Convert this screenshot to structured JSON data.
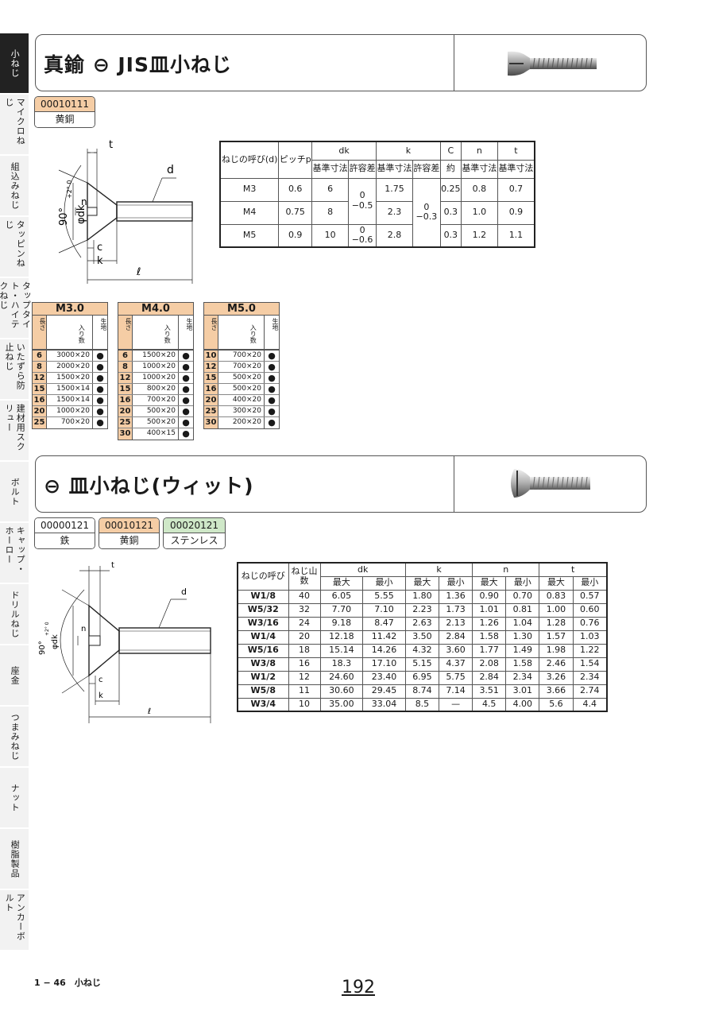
{
  "side_tabs": [
    {
      "label": "小ねじ",
      "active": true
    },
    {
      "label": "マイクロねじ",
      "active": false
    },
    {
      "label": "組込みねじ",
      "active": false
    },
    {
      "label": "タッピンねじ",
      "active": false
    },
    {
      "label": "タップタイト・ハイテクねじ",
      "active": false
    },
    {
      "label": "いたずら防止ねじ",
      "active": false
    },
    {
      "label": "建材用スクリュー",
      "active": false
    },
    {
      "label": "ボルト",
      "active": false
    },
    {
      "label": "キャップ・ホーロー",
      "active": false
    },
    {
      "label": "ドリルねじ",
      "active": false
    },
    {
      "label": "座金",
      "active": false
    },
    {
      "label": "つまみねじ",
      "active": false
    },
    {
      "label": "ナット",
      "active": false
    },
    {
      "label": "樹脂製品",
      "active": false
    },
    {
      "label": "アンカーボルト",
      "active": false
    }
  ],
  "section1": {
    "title": "真鍮 ⊖ JIS皿小ねじ",
    "codes": [
      {
        "code": "00010111",
        "material": "黄銅"
      }
    ],
    "diagram_labels": {
      "t": "t",
      "d": "d",
      "angle": "90°",
      "angle_tol": "+2° 0",
      "dk": "φdk",
      "n": "n",
      "c": "c",
      "k": "k",
      "l": "ℓ"
    },
    "spec": {
      "head1": [
        "ねじの呼び(d)",
        "ピッチp",
        "dk",
        "k",
        "C",
        "n",
        "t"
      ],
      "head2": [
        "基準寸法",
        "許容差",
        "基準寸法",
        "許容差",
        "約",
        "基準寸法",
        "基準寸法"
      ],
      "rows": [
        {
          "name": "M3",
          "p": "0.6",
          "dk": "6",
          "k": "1.75",
          "c": "0.25",
          "n": "0.8",
          "t": "0.7"
        },
        {
          "name": "M4",
          "p": "0.75",
          "dk": "8",
          "k": "2.3",
          "c": "0.3",
          "n": "1.0",
          "t": "0.9"
        },
        {
          "name": "M5",
          "p": "0.9",
          "dk": "10",
          "k": "2.8",
          "c": "0.3",
          "n": "1.2",
          "t": "1.1"
        }
      ],
      "dk_tol_a": "0\n−0.5",
      "dk_tol_b": "0\n−0.6",
      "k_tol": "0\n−0.3"
    },
    "size_tables": [
      {
        "title": "M3.0",
        "h_len": "長さ",
        "h_qty": "入り数",
        "h_stock": "生地",
        "rows": [
          {
            "l": "6",
            "q": "3000×20"
          },
          {
            "l": "8",
            "q": "2000×20"
          },
          {
            "l": "12",
            "q": "1500×20"
          },
          {
            "l": "15",
            "q": "1500×14"
          },
          {
            "l": "16",
            "q": "1500×14"
          },
          {
            "l": "20",
            "q": "1000×20"
          },
          {
            "l": "25",
            "q": "700×20"
          }
        ]
      },
      {
        "title": "M4.0",
        "h_len": "長さ",
        "h_qty": "入り数",
        "h_stock": "生地",
        "rows": [
          {
            "l": "6",
            "q": "1500×20"
          },
          {
            "l": "8",
            "q": "1000×20"
          },
          {
            "l": "12",
            "q": "1000×20"
          },
          {
            "l": "15",
            "q": "800×20"
          },
          {
            "l": "16",
            "q": "700×20"
          },
          {
            "l": "20",
            "q": "500×20"
          },
          {
            "l": "25",
            "q": "500×20"
          },
          {
            "l": "30",
            "q": "400×15"
          }
        ]
      },
      {
        "title": "M5.0",
        "h_len": "長さ",
        "h_qty": "入り数",
        "h_stock": "生地",
        "rows": [
          {
            "l": "10",
            "q": "700×20"
          },
          {
            "l": "12",
            "q": "700×20"
          },
          {
            "l": "15",
            "q": "500×20"
          },
          {
            "l": "16",
            "q": "500×20"
          },
          {
            "l": "20",
            "q": "400×20"
          },
          {
            "l": "25",
            "q": "300×20"
          },
          {
            "l": "30",
            "q": "200×20"
          }
        ]
      }
    ],
    "stock_mark": "●"
  },
  "section2": {
    "title": "⊖ 皿小ねじ(ウィット)",
    "codes": [
      {
        "code": "00000121",
        "material": "鉄"
      },
      {
        "code": "00010121",
        "material": "黄銅"
      },
      {
        "code": "00020121",
        "material": "ステンレス"
      }
    ],
    "diagram_labels": {
      "t": "t",
      "d": "d",
      "angle": "90°",
      "angle_tol": "+2° 0",
      "dk": "φdk",
      "n": "n",
      "c": "c",
      "k": "k",
      "l": "ℓ"
    },
    "spec": {
      "head1": [
        "ねじの呼び",
        "ねじ山数",
        "dk",
        "k",
        "n",
        "t"
      ],
      "head2": [
        "最大",
        "最小",
        "最大",
        "最小",
        "最大",
        "最小",
        "最大",
        "最小"
      ],
      "rows": [
        [
          "W1/8",
          "40",
          "6.05",
          "5.55",
          "1.80",
          "1.36",
          "0.90",
          "0.70",
          "0.83",
          "0.57"
        ],
        [
          "W5/32",
          "32",
          "7.70",
          "7.10",
          "2.23",
          "1.73",
          "1.01",
          "0.81",
          "1.00",
          "0.60"
        ],
        [
          "W3/16",
          "24",
          "9.18",
          "8.47",
          "2.63",
          "2.13",
          "1.26",
          "1.04",
          "1.28",
          "0.76"
        ],
        [
          "W1/4",
          "20",
          "12.18",
          "11.42",
          "3.50",
          "2.84",
          "1.58",
          "1.30",
          "1.57",
          "1.03"
        ],
        [
          "W5/16",
          "18",
          "15.14",
          "14.26",
          "4.32",
          "3.60",
          "1.77",
          "1.49",
          "1.98",
          "1.22"
        ],
        [
          "W3/8",
          "16",
          "18.3",
          "17.10",
          "5.15",
          "4.37",
          "2.08",
          "1.58",
          "2.46",
          "1.54"
        ],
        [
          "W1/2",
          "12",
          "24.60",
          "23.40",
          "6.95",
          "5.75",
          "2.84",
          "2.34",
          "3.26",
          "2.34"
        ],
        [
          "W5/8",
          "11",
          "30.60",
          "29.45",
          "8.74",
          "7.14",
          "3.51",
          "3.01",
          "3.66",
          "2.74"
        ],
        [
          "W3/4",
          "10",
          "35.00",
          "33.04",
          "8.5",
          "—",
          "4.5",
          "4.00",
          "5.6",
          "4.4"
        ]
      ]
    }
  },
  "footer": {
    "ref": "1 − 46　小ねじ",
    "page": "192"
  }
}
